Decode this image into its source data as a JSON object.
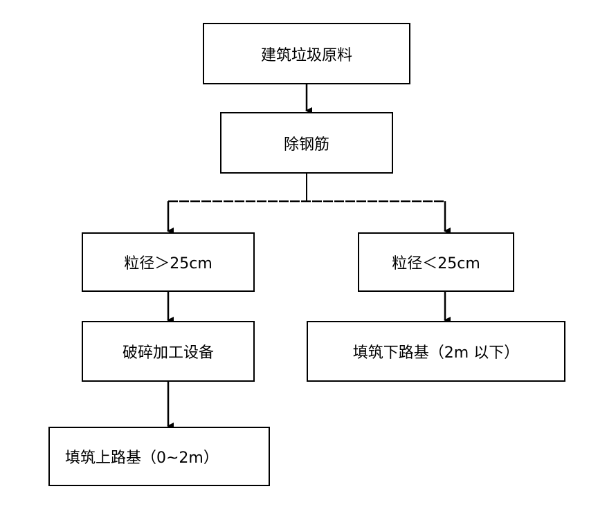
{
  "flowchart": {
    "nodes": {
      "raw_material": "建筑垃圾原料",
      "remove_rebar": "除钢筋",
      "size_large": "粒径＞25cm",
      "size_small": "粒径＜25cm",
      "crushing": "破碎加工设备",
      "fill_lower": "填筑下路基（2m 以下）",
      "fill_upper": "填筑上路基（0~2m）"
    },
    "edges": [
      [
        "raw_material",
        "remove_rebar"
      ],
      [
        "remove_rebar",
        "size_large"
      ],
      [
        "remove_rebar",
        "size_small"
      ],
      [
        "size_large",
        "crushing"
      ],
      [
        "size_small",
        "fill_lower"
      ],
      [
        "crushing",
        "fill_upper"
      ]
    ]
  }
}
